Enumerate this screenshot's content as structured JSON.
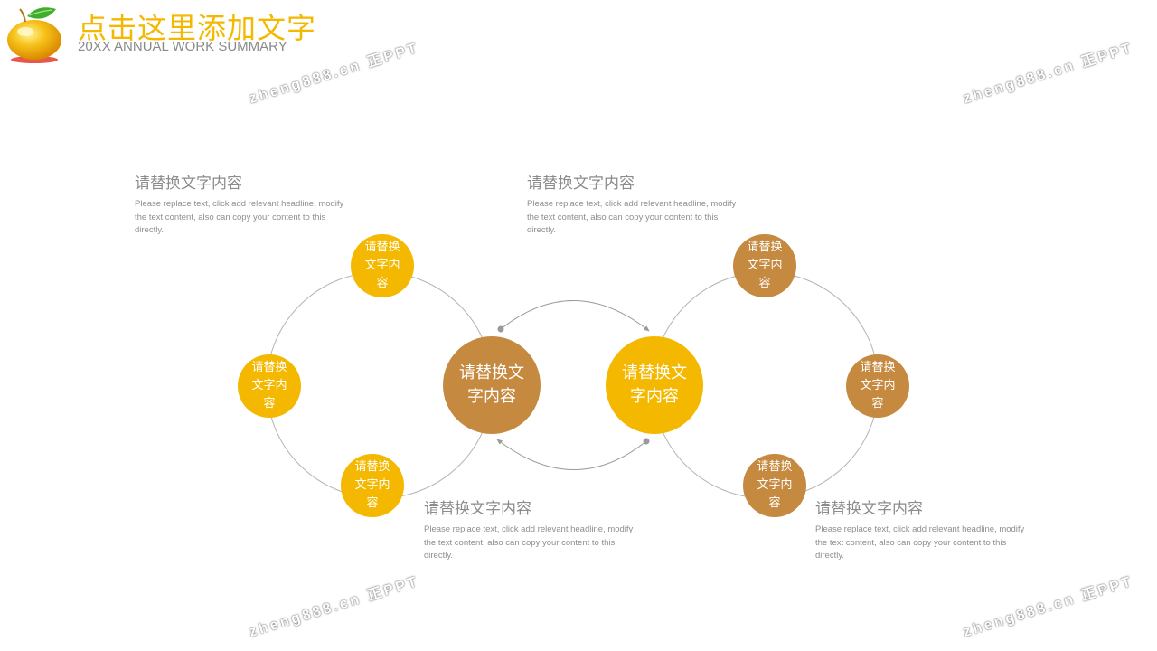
{
  "header": {
    "title": "点击这里添加文字",
    "subtitle": "20XX ANNUAL WORK SUMMARY"
  },
  "watermark": "zheng888.cn 正PPT",
  "colors": {
    "gold": "#f5b800",
    "brown": "#c58a40",
    "line": "#b4b4b4"
  },
  "diagram": {
    "left_center": "请替换文字内容",
    "right_center": "请替换文字内容",
    "left_nodes": [
      "请替换文字内容",
      "请替换文字内容",
      "请替换文字内容"
    ],
    "right_nodes": [
      "请替换文字内容",
      "请替换文字内容",
      "请替换文字内容"
    ]
  },
  "text_blocks": [
    {
      "heading": "请替换文字内容",
      "body": "Please replace text, click add relevant headline, modify the text content, also can copy your content to this directly."
    },
    {
      "heading": "请替换文字内容",
      "body": "Please replace text, click add relevant headline, modify the text content, also can copy your content to this directly."
    },
    {
      "heading": "请替换文字内容",
      "body": "Please replace text, click add relevant headline, modify the text content, also can copy your content to this directly."
    },
    {
      "heading": "请替换文字内容",
      "body": "Please replace text, click add relevant headline, modify the text content, also can copy your content to this directly."
    }
  ]
}
